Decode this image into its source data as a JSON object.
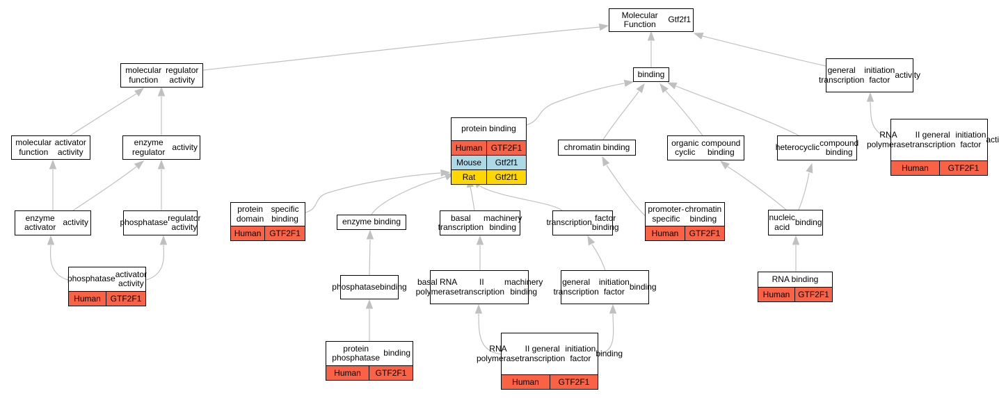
{
  "colors": {
    "edge": "#c0c0c0",
    "Human": "#fa6246",
    "Mouse": "#add8e6",
    "Rat": "#ffd700"
  },
  "nodes": {
    "mf": {
      "lines": [
        "Molecular Function",
        "Gtf2f1"
      ]
    },
    "mfreg": {
      "lines": [
        "molecular function",
        "regulator activity"
      ]
    },
    "binding": {
      "lines": [
        "binding"
      ]
    },
    "gtifa": {
      "lines": [
        "general transcription",
        "initiation factor",
        "activity"
      ]
    },
    "mfact": {
      "lines": [
        "molecular function",
        "activator activity"
      ]
    },
    "enzreg": {
      "lines": [
        "enzyme regulator",
        "activity"
      ]
    },
    "protbind": {
      "lines": [
        "protein binding"
      ],
      "ann": [
        [
          "Human",
          "GTF2F1"
        ],
        [
          "Mouse",
          "Gtf2f1"
        ],
        [
          "Rat",
          "Gtf2f1"
        ]
      ]
    },
    "chrom": {
      "lines": [
        "chromatin binding"
      ]
    },
    "orgcyc": {
      "lines": [
        "organic cyclic",
        "compound binding"
      ]
    },
    "hetcyc": {
      "lines": [
        "heterocyclic",
        "compound binding"
      ]
    },
    "rnapol1": {
      "lines": [
        "RNA polymerase",
        "II general transcription",
        "initiation factor",
        "activity"
      ],
      "ann": [
        [
          "Human",
          "GTF2F1"
        ]
      ]
    },
    "enzact": {
      "lines": [
        "enzyme activator",
        "activity"
      ]
    },
    "phosreg": {
      "lines": [
        "phosphatase",
        "regulator activity"
      ]
    },
    "pdomain": {
      "lines": [
        "protein domain",
        "specific binding"
      ],
      "ann": [
        [
          "Human",
          "GTF2F1"
        ]
      ]
    },
    "enzbind": {
      "lines": [
        "enzyme binding"
      ]
    },
    "basalmach": {
      "lines": [
        "basal transcription",
        "machinery binding"
      ]
    },
    "tfbind": {
      "lines": [
        "transcription",
        "factor binding"
      ]
    },
    "promchrom": {
      "lines": [
        "promoter-specific",
        "chromatin binding"
      ],
      "ann": [
        [
          "Human",
          "GTF2F1"
        ]
      ]
    },
    "nucacid": {
      "lines": [
        "nucleic acid",
        "binding"
      ]
    },
    "phosact": {
      "lines": [
        "phosphatase",
        "activator activity"
      ],
      "ann": [
        [
          "Human",
          "GTF2F1"
        ]
      ]
    },
    "phosbind": {
      "lines": [
        "phosphatase",
        "binding"
      ]
    },
    "basalrna": {
      "lines": [
        "basal RNA polymerase",
        "II transcription",
        "machinery binding"
      ]
    },
    "gtifbind": {
      "lines": [
        "general transcription",
        "initiation factor",
        "binding"
      ]
    },
    "rnabind": {
      "lines": [
        "RNA binding"
      ],
      "ann": [
        [
          "Human",
          "GTF2F1"
        ]
      ]
    },
    "protphos": {
      "lines": [
        "protein phosphatase",
        "binding"
      ],
      "ann": [
        [
          "Human",
          "GTF2F1"
        ]
      ]
    },
    "rnapol2": {
      "lines": [
        "RNA polymerase",
        "II general transcription",
        "initiation factor",
        "binding"
      ],
      "ann": [
        [
          "Human",
          "GTF2F1"
        ]
      ]
    }
  }
}
